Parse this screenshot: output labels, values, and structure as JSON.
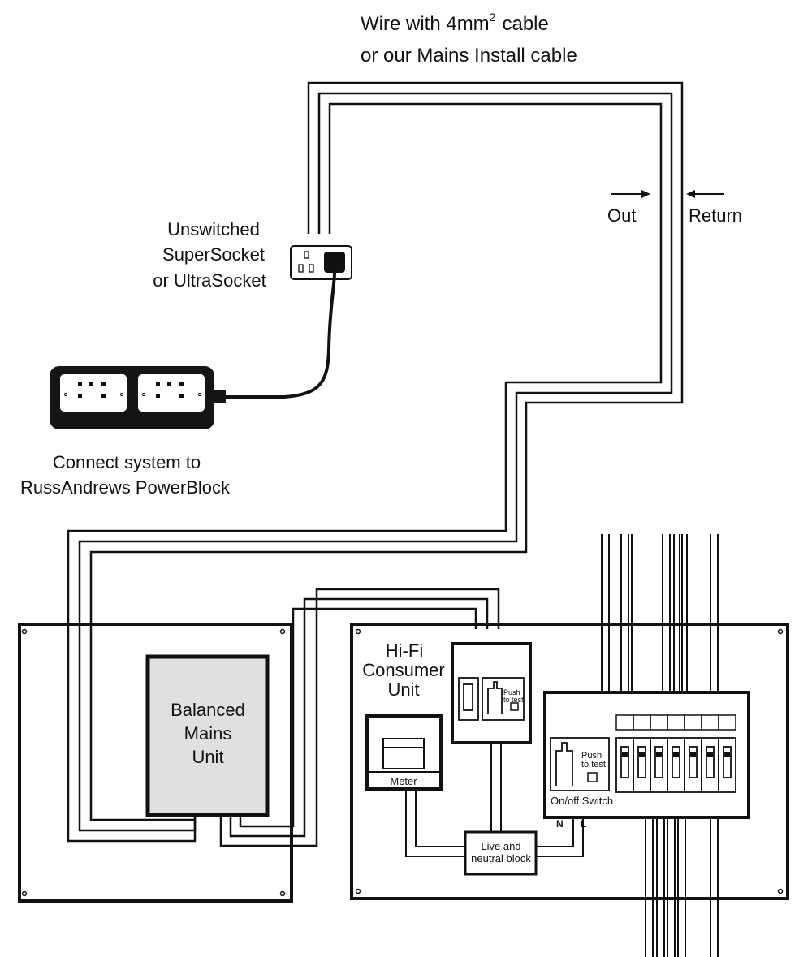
{
  "colors": {
    "line": "#111111",
    "background": "#ffffff",
    "balanced_unit_fill": "#e0e0e0",
    "powerblock_body": "#151515"
  },
  "labels": {
    "cable_line1": "Wire with 4mm",
    "cable_superscript": "2",
    "cable_line1_suffix": "cable",
    "cable_line2": "or our Mains Install cable",
    "out": "Out",
    "return": "Return",
    "socket_line1": "Unswitched",
    "socket_line2": "SuperSocket",
    "socket_line3": "or UltraSocket",
    "powerblock_line1": "Connect system to",
    "powerblock_line2": "RussAndrews PowerBlock",
    "balanced_line1": "Balanced",
    "balanced_line2": "Mains",
    "balanced_line3": "Unit",
    "hifi_line1": "Hi-Fi",
    "hifi_line2": "Consumer",
    "hifi_line3": "Unit",
    "meter": "Meter",
    "block_line1": "Live and",
    "block_line2": "neutral block",
    "onoff": "On/off Switch",
    "push_line1": "Push",
    "push_line2": "to test",
    "n": "N",
    "l": "L"
  }
}
